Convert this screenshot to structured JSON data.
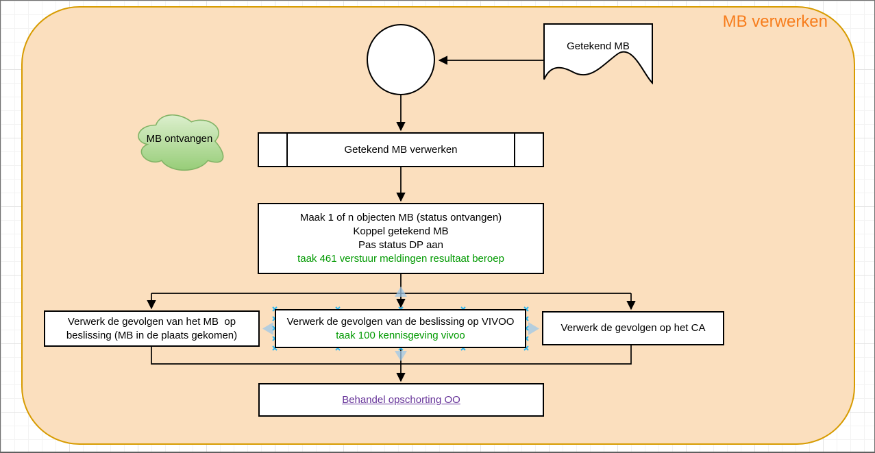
{
  "diagram": {
    "title": "MB verwerken",
    "cloud_label": "MB ontvangen",
    "document_label": "Getekend MB",
    "subprocess_label": "Getekend MB verwerken",
    "create_box": {
      "line1": "Maak 1 of n objecten MB (status ontvangen)",
      "line2": "Koppel getekend MB",
      "line3": "Pas status DP aan",
      "task_line": "taak 461 verstuur meldingen resultaat beroep"
    },
    "left_box": {
      "line1": "Verwerk de gevolgen van het MB  op",
      "line2": "beslissing (MB in de plaats gekomen)"
    },
    "middle_box": {
      "line1": "Verwerk de gevolgen van de beslissing op VIVOO",
      "task_line": "taak 100 kennisgeving vivoo"
    },
    "right_box": {
      "label": "Verwerk de gevolgen op het CA"
    },
    "link_box": {
      "label": "Behandel opschorting OO"
    },
    "colors": {
      "container_fill": "#fbdfbe",
      "container_stroke": "#d79b00",
      "title_orange": "#f77d1c",
      "task_green": "#009900",
      "link_purple": "#663399",
      "cloud_stroke": "#82b366",
      "cloud_fill_top": "#dcefcd",
      "cloud_fill_bottom": "#97cd78",
      "connection_point_cyan": "#29b6f2",
      "hover_arrow_blue": "#9ec8e8"
    }
  }
}
